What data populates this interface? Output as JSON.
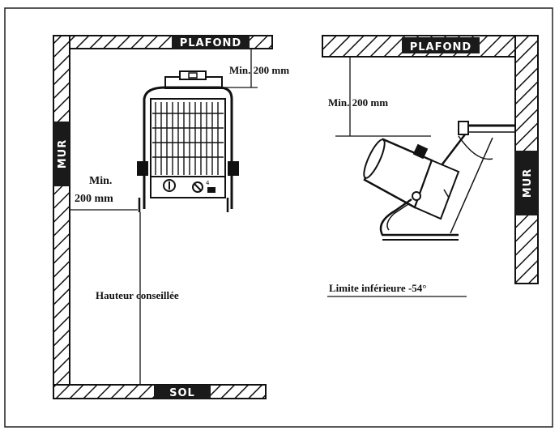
{
  "labels": {
    "left": {
      "ceiling": "PLAFOND",
      "wall": "MUR",
      "floor": "SOL",
      "top_clearance": "Min. 200 mm",
      "side_clearance_line1": "Min.",
      "side_clearance_line2": "200 mm",
      "recommended_height": "Hauteur conseillée"
    },
    "right": {
      "ceiling": "PLAFOND",
      "wall": "MUR",
      "top_clearance": "Min. 200 mm",
      "lower_limit": "Limite inférieure -54°"
    }
  },
  "colors": {
    "ink": "#111111",
    "paper": "#ffffff",
    "tag_fill": "#1a1a1a"
  }
}
